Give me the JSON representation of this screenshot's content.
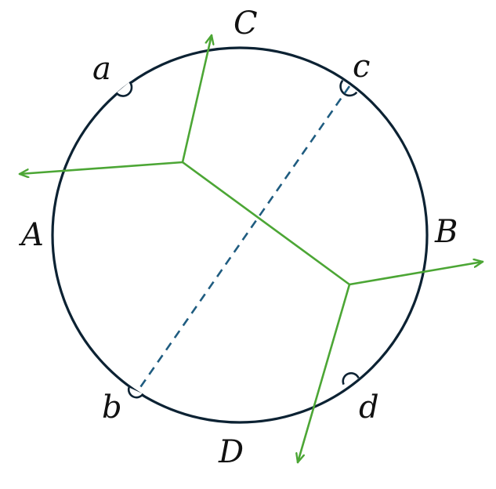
{
  "labels": {
    "upper_C": "C",
    "upper_A": "A",
    "upper_B": "B",
    "upper_D": "D",
    "lower_a": "a",
    "lower_b": "b",
    "lower_c": "c",
    "lower_d": "d"
  },
  "colors": {
    "circle": "#0c2233",
    "tree": "#4ca635",
    "chord": "#1f5c80",
    "text": "#111111"
  }
}
